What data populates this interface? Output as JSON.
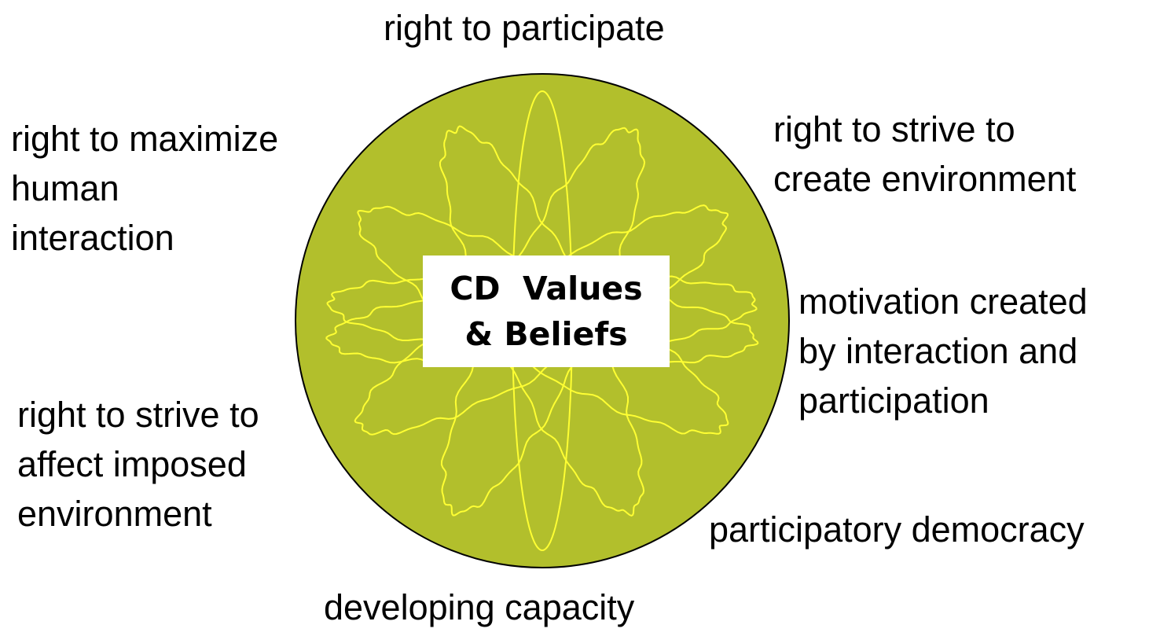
{
  "colors": {
    "circle_fill": "#b2bf2c",
    "circle_stroke": "#000000",
    "petal_stroke": "#ffff33",
    "center_box_fill": "#ffffff",
    "text": "#000000"
  },
  "center": {
    "lines": [
      "CD  Values",
      "& Beliefs"
    ]
  },
  "labels": {
    "top": [
      "right to participate"
    ],
    "top_left": [
      "right to maximize",
      "human",
      "interaction"
    ],
    "top_right": [
      "right to strive to",
      "create environment"
    ],
    "right": [
      "motivation created",
      "by interaction and",
      "participation"
    ],
    "bottom_left": [
      "right to strive to",
      "affect imposed",
      "environment"
    ],
    "bottom_right": [
      "participatory democracy"
    ],
    "bottom": [
      "developing capacity"
    ]
  }
}
